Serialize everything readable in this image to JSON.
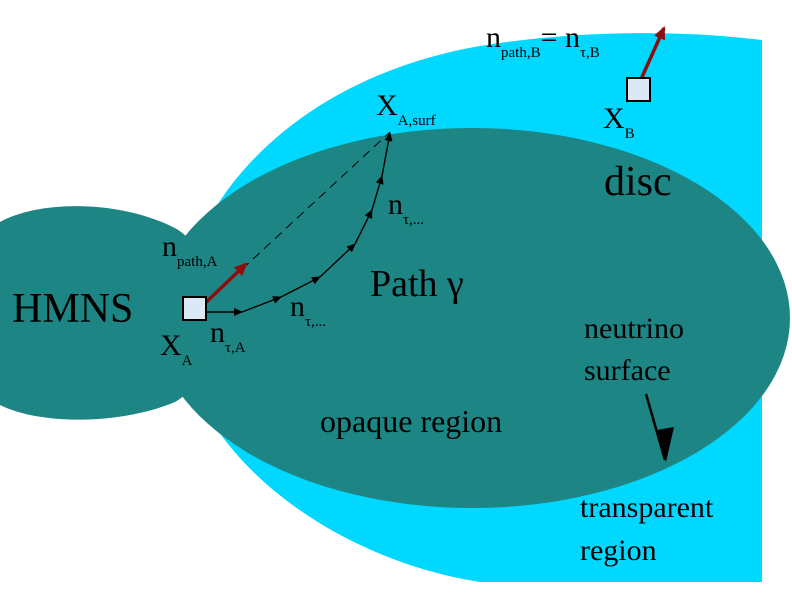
{
  "colors": {
    "transparent_region": "#00d8ff",
    "opaque_region": "#1e8585",
    "path_arrow": "#000000",
    "normal_arrow": "#8b0f0f",
    "marker_fill": "#dbe8f5"
  },
  "labels": {
    "hmns": "HMNS",
    "disc": "disc",
    "path": "Path γ",
    "opaque_region": "opaque region",
    "neutrino_surface_line1": "neutrino",
    "neutrino_surface_line2": "surface",
    "transparent_region_line1": "transparent",
    "transparent_region_line2": "region"
  },
  "symbols": {
    "xa_main": "X",
    "xa_sub": "A",
    "xb_main": "X",
    "xb_sub": "B",
    "xasurf_main": "X",
    "xasurf_sub": "A,surf",
    "npathA_main": "n",
    "npathA_sub": "path,A",
    "ntauA_main": "n",
    "ntauA_sub": "τ,A",
    "ntau1_main": "n",
    "ntau1_sub": "τ,...",
    "ntau2_main": "n",
    "ntau2_sub": "τ,...",
    "npathB_main": "n",
    "npathB_sub": "path,B",
    "equals": "= n",
    "ntauB_sub": "τ,B"
  }
}
